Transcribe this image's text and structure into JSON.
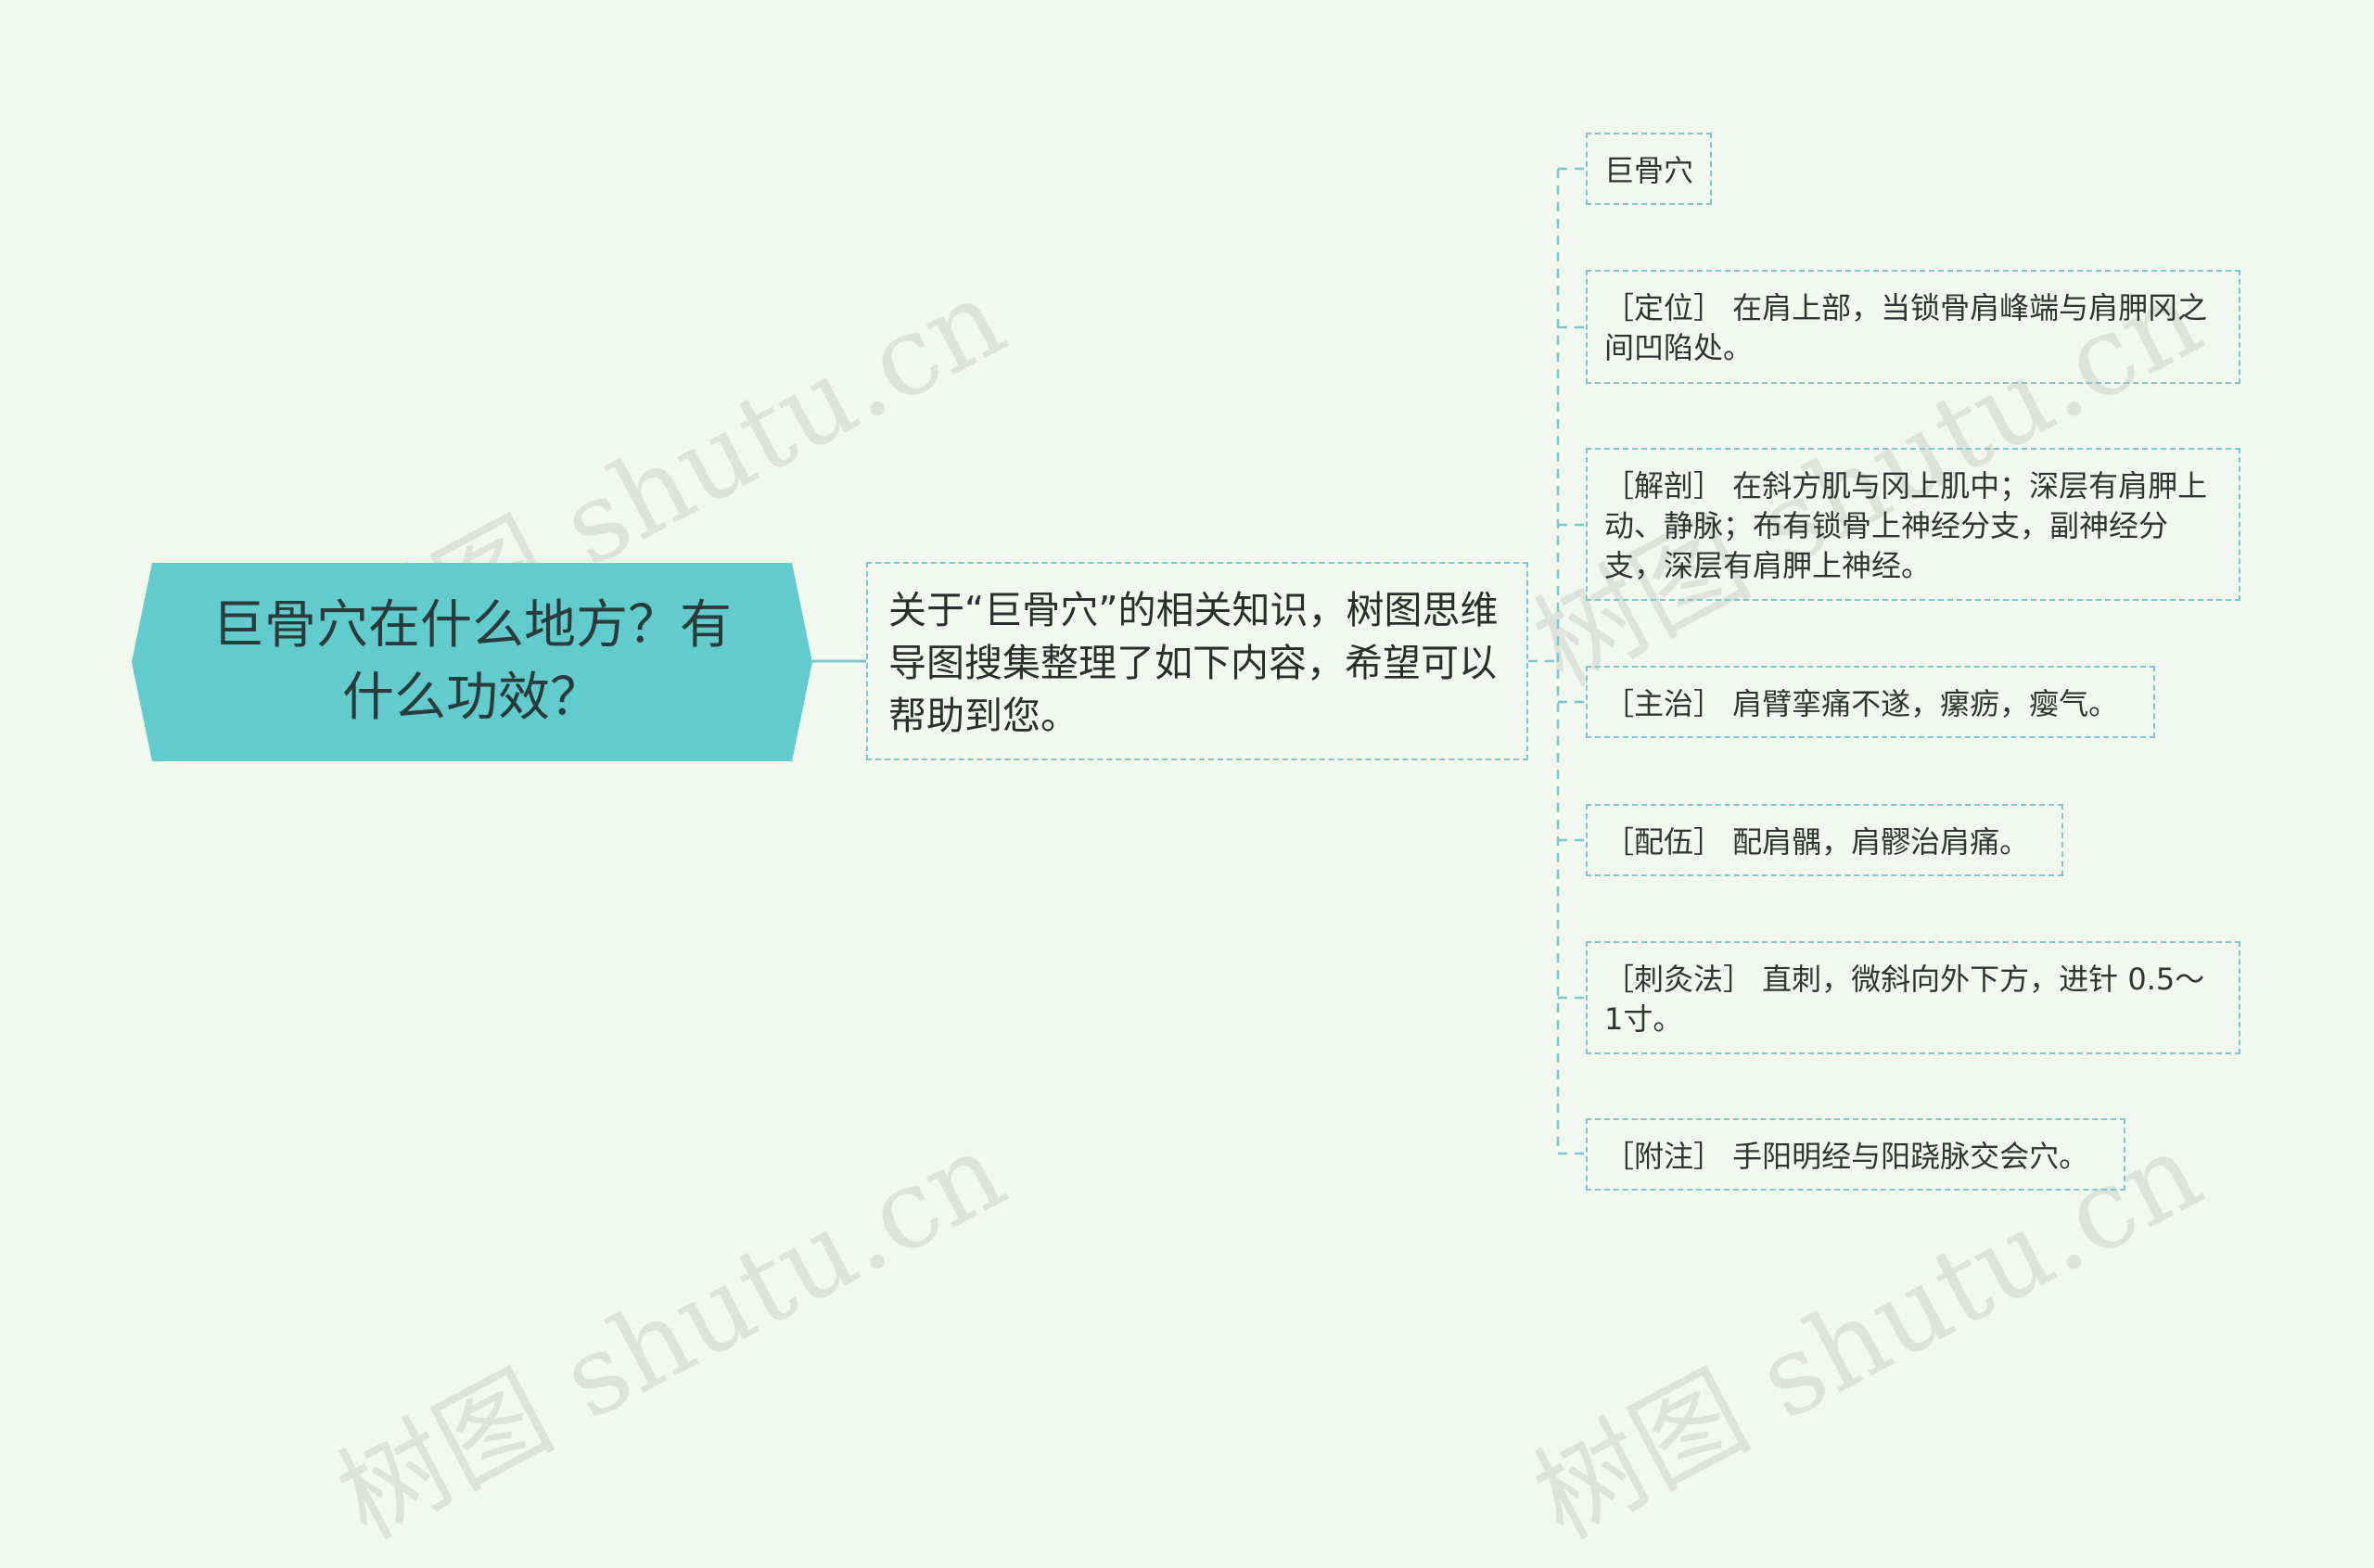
{
  "watermark_text": "树图 shutu.cn",
  "root": {
    "title": "巨骨穴在什么地方？有什么功效？"
  },
  "hub": {
    "text": "关于“巨骨穴”的相关知识，树图思维导图搜集整理了如下内容，希望可以帮助到您。"
  },
  "leaves": [
    {
      "text": "巨骨穴"
    },
    {
      "text": "［定位］ 在肩上部，当锁骨肩峰端与肩胛冈之间凹陷处。"
    },
    {
      "text": "［解剖］ 在斜方肌与冈上肌中；深层有肩胛上动、静脉；布有锁骨上神经分支，副神经分支，深层有肩胛上神经。"
    },
    {
      "text": "［主治］ 肩臂挛痛不遂，瘰疬，瘿气。"
    },
    {
      "text": "［配伍］ 配肩髃，肩髎治肩痛。"
    },
    {
      "text": "［刺灸法］ 直刺，微斜向外下方，进针 0.5～1寸。"
    },
    {
      "text": "［附注］ 手阳明经与阳跷脉交会穴。"
    }
  ],
  "colors": {
    "background": "#f1f9ef",
    "root_fill": "#62cbcd",
    "connector": "#7ec5cf"
  }
}
